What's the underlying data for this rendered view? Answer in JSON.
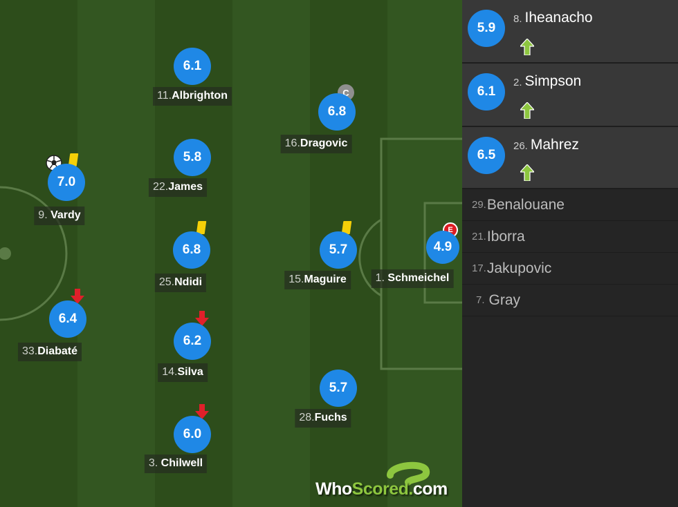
{
  "lineup": [
    {
      "id": "albrighton",
      "number": "11.",
      "name": "Albrighton",
      "rating": "6.1"
    },
    {
      "id": "dragovic",
      "number": "16.",
      "name": "Dragovic",
      "rating": "6.8",
      "captain_label": "C"
    },
    {
      "id": "james",
      "number": "22.",
      "name": "James",
      "rating": "5.8"
    },
    {
      "id": "vardy",
      "number": "9.",
      "name": "Vardy",
      "rating": "7.0"
    },
    {
      "id": "ndidi",
      "number": "25.",
      "name": "Ndidi",
      "rating": "6.8"
    },
    {
      "id": "maguire",
      "number": "15.",
      "name": "Maguire",
      "rating": "5.7"
    },
    {
      "id": "schmeichel",
      "number": "1.",
      "name": "Schmeichel",
      "rating": "4.9",
      "error_label": "E"
    },
    {
      "id": "diabate",
      "number": "33.",
      "name": "Diabaté",
      "rating": "6.4"
    },
    {
      "id": "silva",
      "number": "14.",
      "name": "Silva",
      "rating": "6.2"
    },
    {
      "id": "fuchs",
      "number": "28.",
      "name": "Fuchs",
      "rating": "5.7"
    },
    {
      "id": "chilwell",
      "number": "3.",
      "name": "Chilwell",
      "rating": "6.0"
    }
  ],
  "substitutes": [
    {
      "number": "8.",
      "name": "Iheanacho",
      "rating": "5.9"
    },
    {
      "number": "2.",
      "name": "Simpson",
      "rating": "6.1"
    },
    {
      "number": "26.",
      "name": "Mahrez",
      "rating": "6.5"
    }
  ],
  "unused": [
    {
      "number": "29.",
      "name": "Benalouane"
    },
    {
      "number": "21.",
      "name": "Iborra"
    },
    {
      "number": "17.",
      "name": "Jakupovic"
    },
    {
      "number": "7.",
      "name": "Gray"
    }
  ],
  "logo": {
    "part1": "Who",
    "part2": "Scored",
    "dot": ".",
    "part3": "com"
  },
  "colors": {
    "rating_bg": "#1f88e6",
    "yellow_card": "#f5d008",
    "sub_off": "#e0202a",
    "sub_on": "#8dc63f",
    "error": "#dd1c22"
  },
  "icons": [
    "soccer-ball-icon",
    "yellow-card-icon",
    "sub-off-arrow-icon",
    "sub-on-arrow-icon",
    "captain-badge-icon",
    "error-badge-icon"
  ]
}
